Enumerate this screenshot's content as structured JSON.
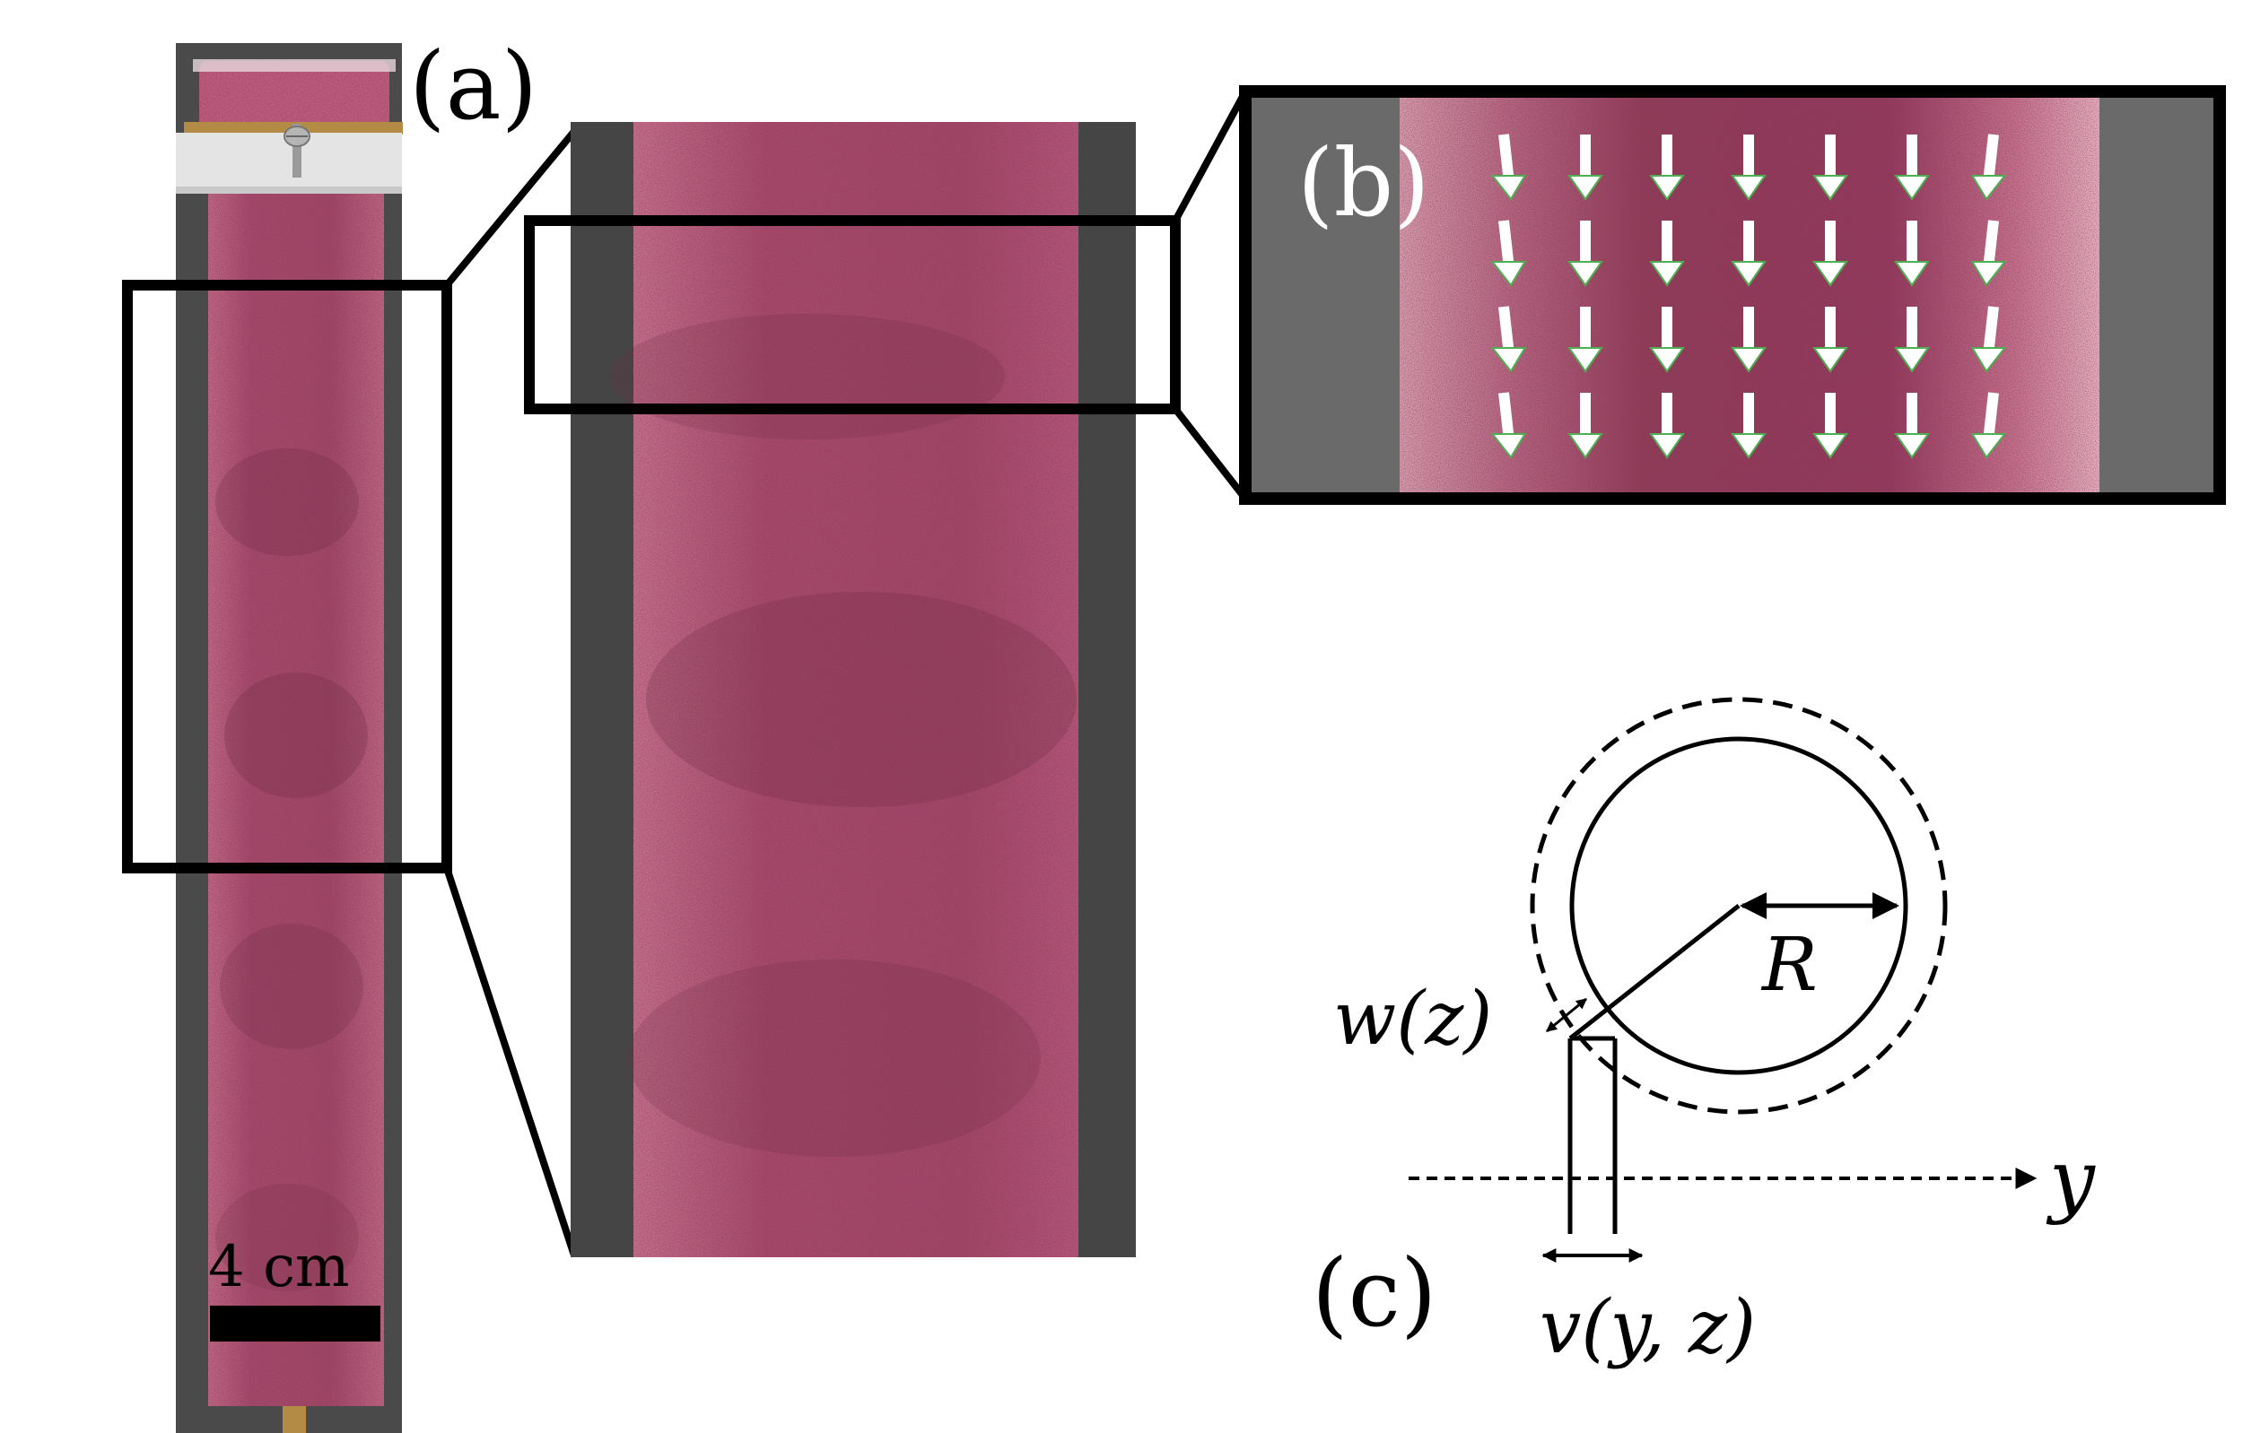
{
  "panels": {
    "a": {
      "label": "(a)"
    },
    "b": {
      "label": "(b)"
    },
    "c": {
      "label": "(c)"
    }
  },
  "scale_bar": {
    "text": "4 cm"
  },
  "diagram": {
    "radius_label": "R",
    "thickness_label": "w(z)",
    "velocity_label": "v(y, z)",
    "axis_label": "y"
  },
  "arrows": {
    "columns": 7,
    "rows": 4
  },
  "colors": {
    "tube_pink": "#b5506f",
    "tube_dark": "#7e3048",
    "background_gray": "#4a4a4a",
    "frame": "#000000",
    "arrow": "#ffffff",
    "arrow_tip_green": "#4caf50"
  }
}
